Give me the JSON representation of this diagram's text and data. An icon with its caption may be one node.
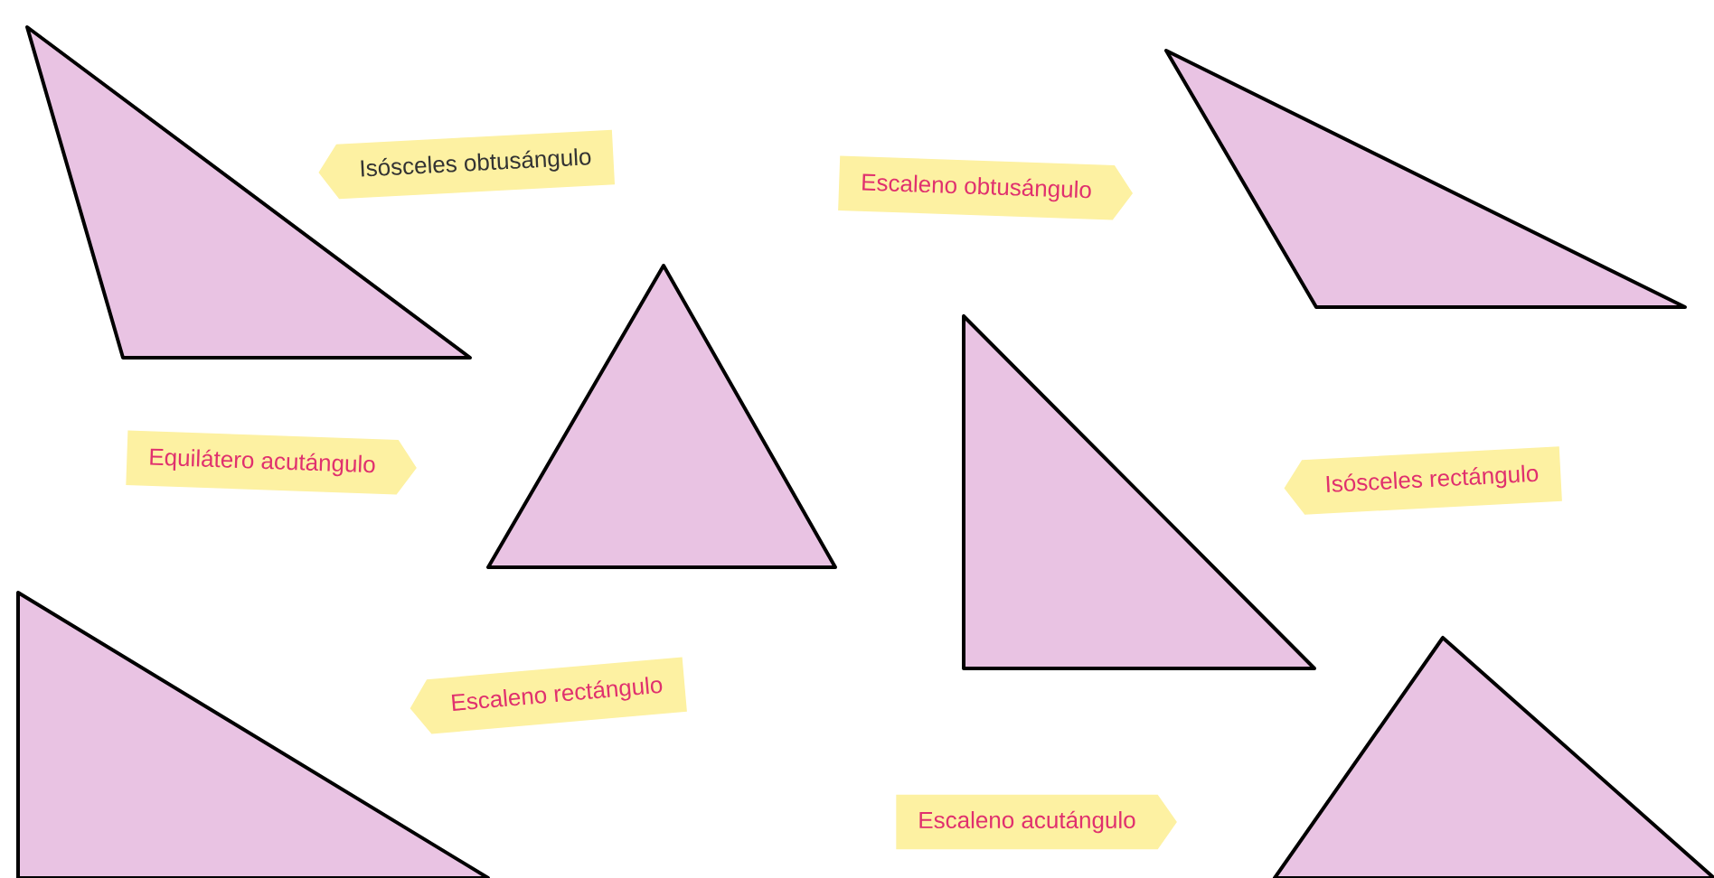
{
  "diagram": {
    "nodes": [
      {
        "text": [],
        "shape": "triangle"
      },
      {
        "text": [
          "Isósceles obtusángulo"
        ]
      },
      {
        "text": [
          "Escaleno obtusángulo"
        ]
      },
      {
        "text": [],
        "shape": "triangle"
      },
      {
        "text": [
          "Equilátero acutángulo"
        ]
      },
      {
        "text": [],
        "shape": "triangle"
      },
      {
        "text": [],
        "shape": "triangle"
      },
      {
        "text": [
          "Isósceles rectángulo"
        ]
      },
      {
        "text": [],
        "shape": "triangle"
      },
      {
        "text": [
          "Escaleno rectángulo"
        ]
      },
      {
        "text": [
          "Escaleno acutángulo"
        ]
      },
      {
        "text": [],
        "shape": "triangle"
      }
    ]
  }
}
